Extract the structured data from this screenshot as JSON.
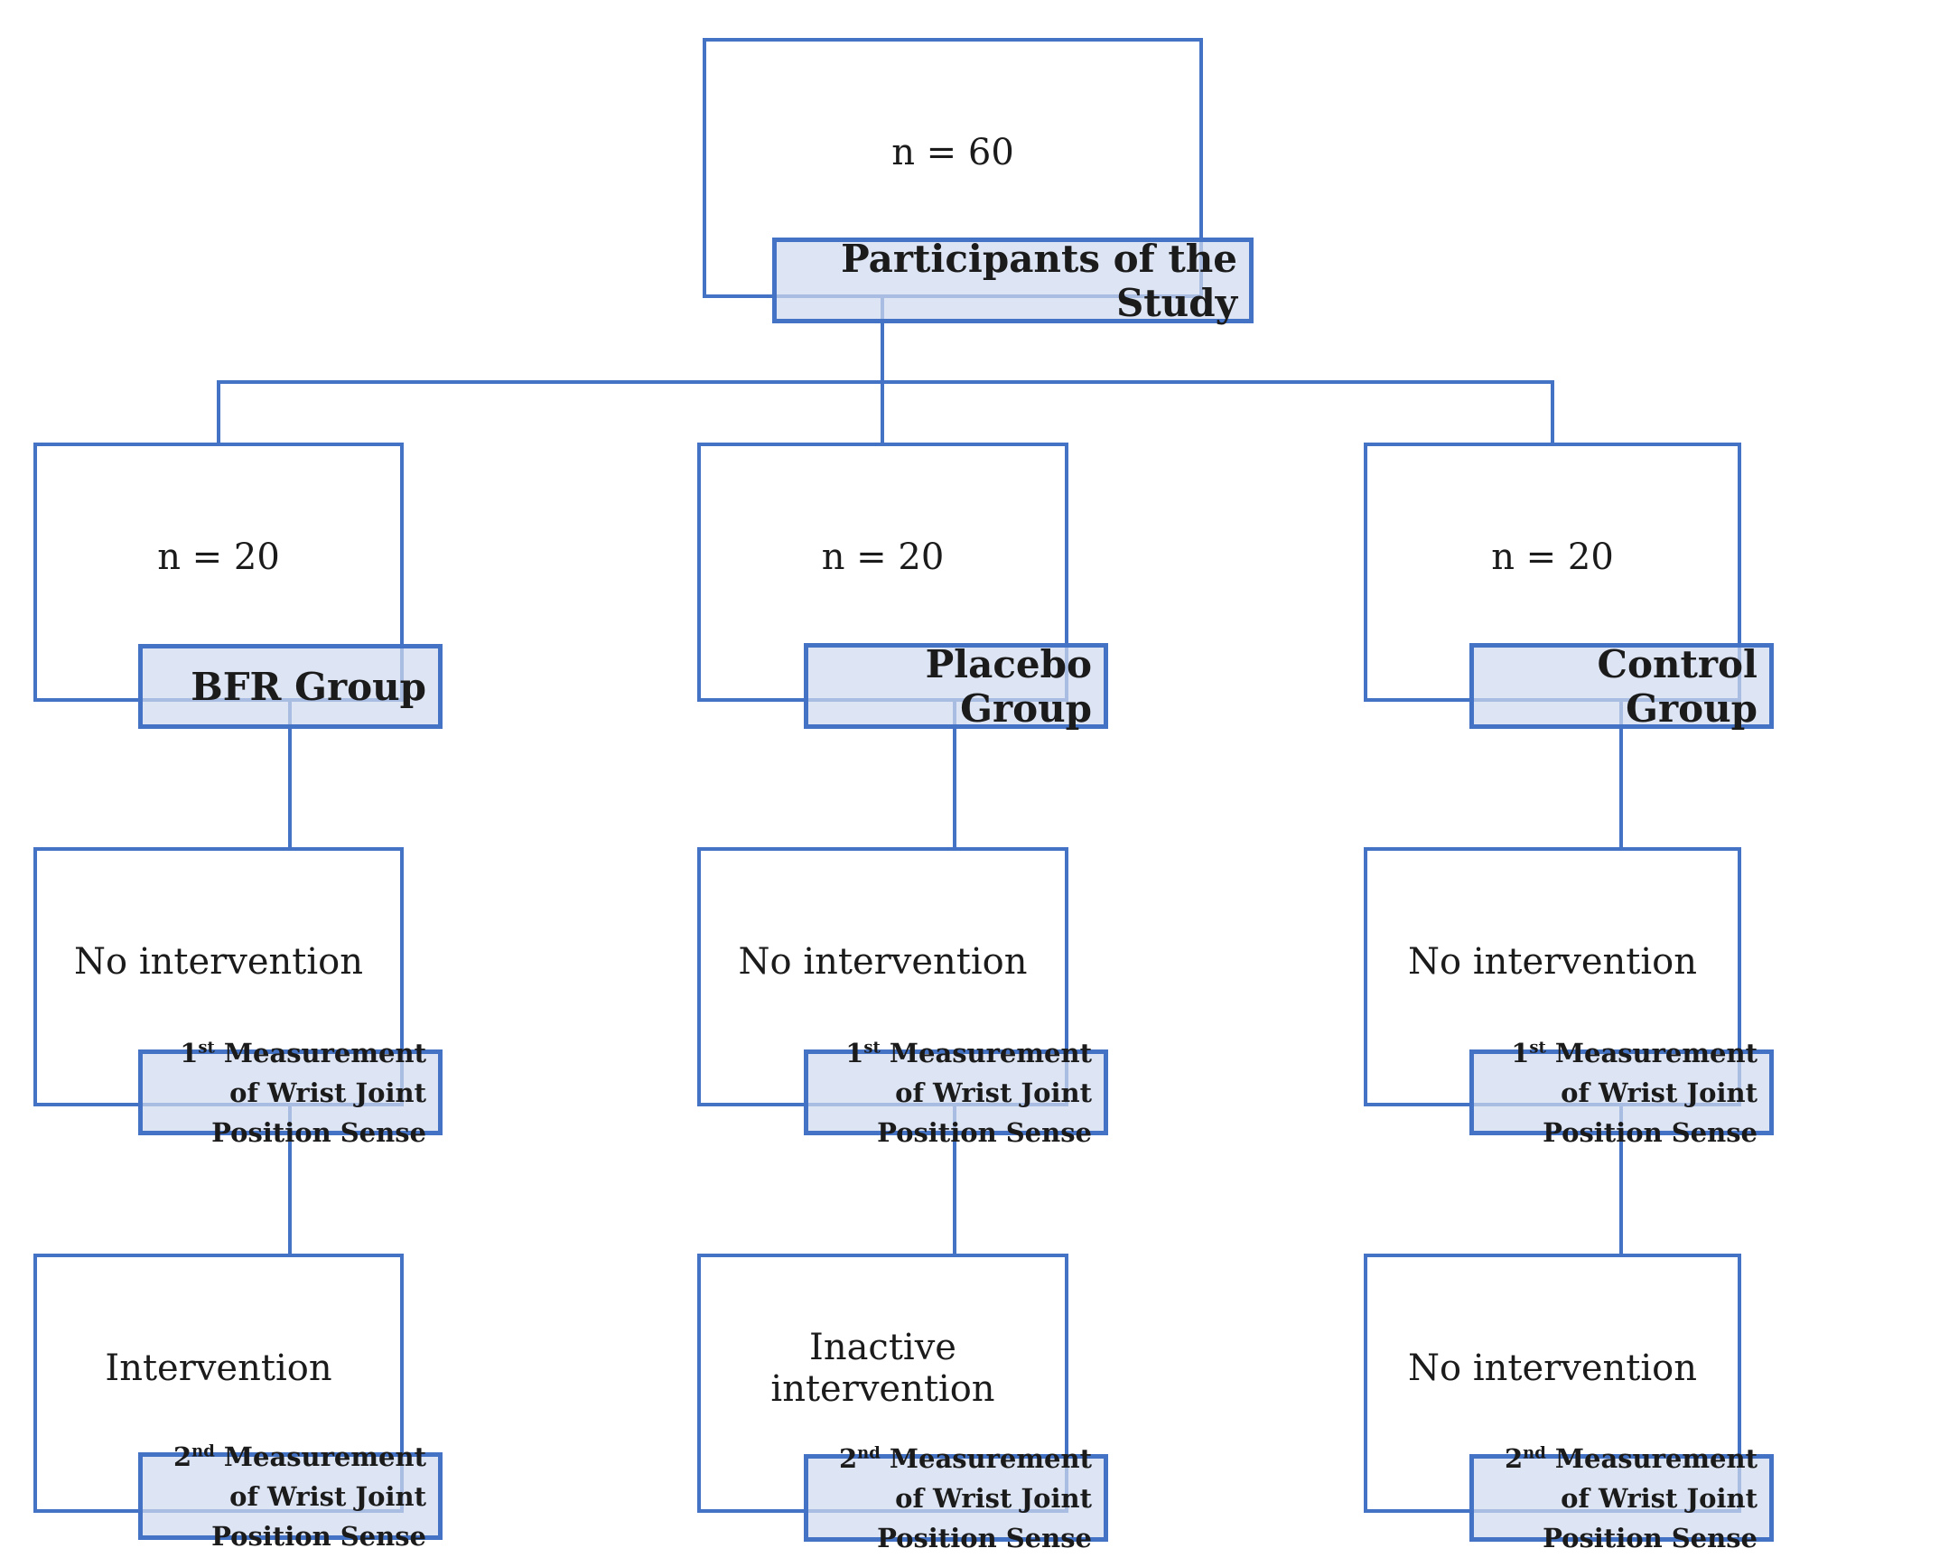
{
  "colors": {
    "line": "#4472C4",
    "shade_fill": "rgba(208,217,239,0.72)",
    "text": "#1b1b1b"
  },
  "root": {
    "count": "n = 60",
    "label": "Participants of the Study"
  },
  "columns": [
    {
      "count": "n = 20",
      "group": "BFR Group",
      "step1": "No intervention",
      "measure1": {
        "ordinal": "1",
        "suffix": "st",
        "rest": " Measurement",
        "line2": "of Wrist Joint Position Sense"
      },
      "step2": "Intervention",
      "measure2": {
        "ordinal": "2",
        "suffix": "nd",
        "rest": " Measurement",
        "line2": "of Wrist Joint Position Sense"
      }
    },
    {
      "count": "n = 20",
      "group": "Placebo Group",
      "step1": "No intervention",
      "measure1": {
        "ordinal": "1",
        "suffix": "st",
        "rest": " Measurement",
        "line2": "of Wrist Joint Position Sense"
      },
      "step2": "Inactive intervention",
      "measure2": {
        "ordinal": "2",
        "suffix": "nd",
        "rest": " Measurement",
        "line2": "of Wrist Joint Position Sense"
      }
    },
    {
      "count": "n = 20",
      "group": "Control Group",
      "step1": "No intervention",
      "measure1": {
        "ordinal": "1",
        "suffix": "st",
        "rest": " Measurement",
        "line2": "of Wrist Joint Position Sense"
      },
      "step2": "No intervention",
      "measure2": {
        "ordinal": "2",
        "suffix": "nd",
        "rest": " Measurement",
        "line2": "of Wrist Joint Position Sense"
      }
    }
  ]
}
